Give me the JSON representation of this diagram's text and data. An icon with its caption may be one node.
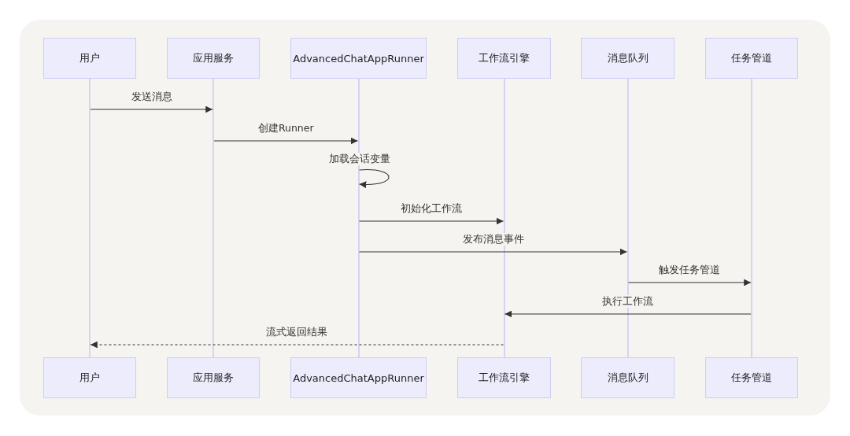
{
  "diagram": {
    "nodes": [
      {
        "text": [
          "用户"
        ]
      },
      {
        "text": [
          "应用服务"
        ]
      },
      {
        "text": [
          "AdvancedChatAppRunner"
        ]
      },
      {
        "text": [
          "工作流引擎"
        ]
      },
      {
        "text": [
          "消息队列"
        ]
      },
      {
        "text": [
          "任务管道"
        ]
      },
      {
        "text": [
          "用户"
        ]
      },
      {
        "text": [
          "应用服务"
        ]
      },
      {
        "text": [
          "AdvancedChatAppRunner"
        ]
      },
      {
        "text": [
          "工作流引擎"
        ]
      },
      {
        "text": [
          "消息队列"
        ]
      },
      {
        "text": [
          "任务管道"
        ]
      },
      {
        "text": [],
        "shape": "bar"
      },
      {
        "text": [],
        "shape": "bar"
      },
      {
        "text": [],
        "shape": "bar"
      },
      {
        "text": [],
        "shape": "bar"
      },
      {
        "text": [],
        "shape": "bar"
      },
      {
        "text": [],
        "shape": "bar"
      }
    ],
    "edges": [
      {
        "from": 12,
        "to": 13,
        "arrow": "to",
        "label": "发送消息"
      },
      {
        "from": 13,
        "to": 14,
        "arrow": "to",
        "label": "创建Runner"
      },
      {
        "from": 14,
        "to": 14,
        "arrow": "to",
        "label": "加载会话变量"
      },
      {
        "from": 14,
        "to": 15,
        "arrow": "to",
        "label": "初始化工作流"
      },
      {
        "from": 14,
        "to": 16,
        "arrow": "to",
        "label": "发布消息事件"
      },
      {
        "from": 16,
        "to": 17,
        "arrow": "to",
        "label": "触发任务管道"
      },
      {
        "from": 17,
        "to": 15,
        "arrow": "to",
        "label": "执行工作流"
      },
      {
        "from": 15,
        "to": 12,
        "arrow": "to",
        "label": "流式返回结果",
        "style": "dashed"
      }
    ]
  }
}
